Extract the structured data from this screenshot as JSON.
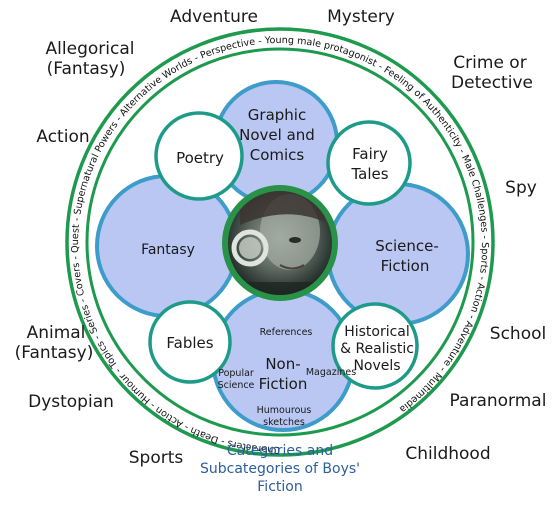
{
  "colors": {
    "ring_stroke": "#1e9a4e",
    "circle_stroke": "#3d9cc9",
    "circle_fill": "#b9c7f2",
    "center_ring": "#2a9148"
  },
  "outer_categories": {
    "adventure": "Adventure",
    "mystery": "Mystery",
    "allegorical_1": "Allegorical",
    "allegorical_2": "(Fantasy)",
    "crime_1": "Crime or",
    "crime_2": "Detective",
    "action": "Action",
    "spy": "Spy",
    "animal_1": "Animal",
    "animal_2": "(Fantasy)",
    "school": "School",
    "dystopian": "Dystopian",
    "paranormal": "Paranormal",
    "sports": "Sports",
    "childhood": "Childhood"
  },
  "ring_text": {
    "top": "Characters - Death - Action - Humour - Topics - Series - Covers - Quest - Supernatural Powers - Alternative Worlds - Perspective - Young male protagonist - Feeling of Authenticity - Male Challenges - Sports - Action - Adventure - Multimedia"
  },
  "inner_categories": {
    "graphic_1": "Graphic",
    "graphic_2": "Novel and",
    "graphic_3": "Comics",
    "poetry": "Poetry",
    "fairy_1": "Fairy",
    "fairy_2": "Tales",
    "fantasy": "Fantasy",
    "scifi_1": "Science-",
    "scifi_2": "Fiction",
    "fables": "Fables",
    "historical_1": "Historical",
    "historical_2": "& Realistic",
    "historical_3": "Novels",
    "nonfiction_1": "Non-",
    "nonfiction_2": "Fiction",
    "references": "References",
    "popular_1": "Popular",
    "popular_2": "Science",
    "magazines": "Magazines",
    "humourous_1": "Humourous",
    "humourous_2": "sketches"
  },
  "caption": {
    "line1": "Categories and",
    "line2": "Subcategories of Boys'",
    "line3": "Fiction"
  }
}
